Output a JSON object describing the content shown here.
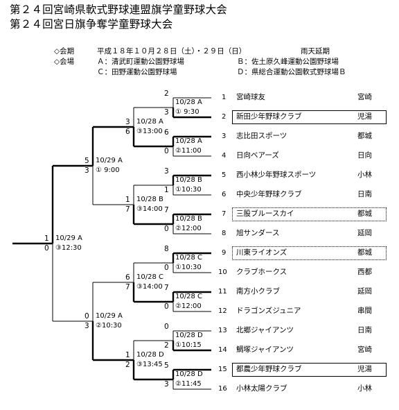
{
  "titles": [
    "第２４回宮崎県軟式野球連盟旗学童野球大会",
    "第２４回宮日旗争奪学童野球大会"
  ],
  "info": {
    "dates_label": "◇会期",
    "dates_value": "平成１８年１０月２８日（土）・２９日（日）",
    "rain_note": "雨天延期",
    "venue_label": "◇会場",
    "venue_a": "Ａ：清武町運動公園野球場",
    "venue_b": "Ｂ：佐土原久峰運動公園野球場",
    "venue_c": "Ｃ：田野運動公園野球場",
    "venue_d": "Ｄ：県総合運動公園軟式野球場Ｂ"
  },
  "teams": [
    {
      "no": "1",
      "name": "宮崎球友",
      "area": "宮崎",
      "boxed": false
    },
    {
      "no": "2",
      "name": "新田少年野球クラブ",
      "area": "児湯",
      "boxed": "solid"
    },
    {
      "no": "3",
      "name": "志比田スポーツ",
      "area": "都城",
      "boxed": false
    },
    {
      "no": "4",
      "name": "日向ベアーズ",
      "area": "日向",
      "boxed": false
    },
    {
      "no": "5",
      "name": "西小林少年野球スポーツ",
      "area": "小林",
      "boxed": false
    },
    {
      "no": "6",
      "name": "中央少年野球クラブ",
      "area": "日南",
      "boxed": false
    },
    {
      "no": "7",
      "name": "三股ブルースカイ",
      "area": "都城",
      "boxed": "dotted"
    },
    {
      "no": "8",
      "name": "旭サンダース",
      "area": "延岡",
      "boxed": false
    },
    {
      "no": "9",
      "name": "川東ライオンズ",
      "area": "都城",
      "boxed": "dotted"
    },
    {
      "no": "10",
      "name": "クラブホークス",
      "area": "西都",
      "boxed": false
    },
    {
      "no": "11",
      "name": "南方小クラブ",
      "area": "延岡",
      "boxed": false
    },
    {
      "no": "12",
      "name": "ドラゴンズジュニア",
      "area": "串間",
      "boxed": false
    },
    {
      "no": "13",
      "name": "北郷ジャイアンツ",
      "area": "日南",
      "boxed": false
    },
    {
      "no": "14",
      "name": "鯛塚ジャイアンツ",
      "area": "宮崎",
      "boxed": false
    },
    {
      "no": "15",
      "name": "都農少年野球クラブ",
      "area": "児湯",
      "boxed": "solid"
    },
    {
      "no": "16",
      "name": "小林太陽クラブ",
      "area": "小林",
      "boxed": false
    }
  ],
  "round1": [
    {
      "date": "10/28 A",
      "match": "① 9:30",
      "top": "2",
      "bottom": "3"
    },
    {
      "date": "10/28 A",
      "match": "②11:00",
      "top": "6",
      "bottom": "0"
    },
    {
      "date": "10/28 B",
      "match": "①10:30",
      "top": "3",
      "bottom": "1"
    },
    {
      "date": "10/28 B",
      "match": "②12:00",
      "top": "7",
      "bottom": "0"
    },
    {
      "date": "10/28 C",
      "match": "①10:30",
      "top": "8",
      "bottom": "0"
    },
    {
      "date": "10/28 C",
      "match": "②12:00",
      "top": "7",
      "bottom": "0"
    },
    {
      "date": "10/28 D",
      "match": "①10:15",
      "top": "0",
      "bottom": "2"
    },
    {
      "date": "10/28 D",
      "match": "②11:45",
      "top": "5",
      "bottom": "3"
    }
  ],
  "round2": [
    {
      "date": "10/28 A",
      "match": "③13:00",
      "top": "3",
      "bottom": "6"
    },
    {
      "date": "10/28 B",
      "match": "③14:00",
      "top": "1",
      "bottom": "7"
    },
    {
      "date": "10/28 C",
      "match": "③14:00",
      "top": "6",
      "bottom": "7"
    },
    {
      "date": "10/28 D",
      "match": "③13:45",
      "top": "1",
      "bottom": "2"
    }
  ],
  "round3": [
    {
      "date": "10/29 A",
      "match": "① 9:00",
      "top": "5",
      "bottom": "3"
    },
    {
      "date": "10/29 A",
      "match": "②10:30",
      "top": "0",
      "bottom": "3"
    }
  ],
  "final": {
    "date": "10/29 A",
    "match": "③12:30",
    "top": "1",
    "bottom": "0"
  }
}
